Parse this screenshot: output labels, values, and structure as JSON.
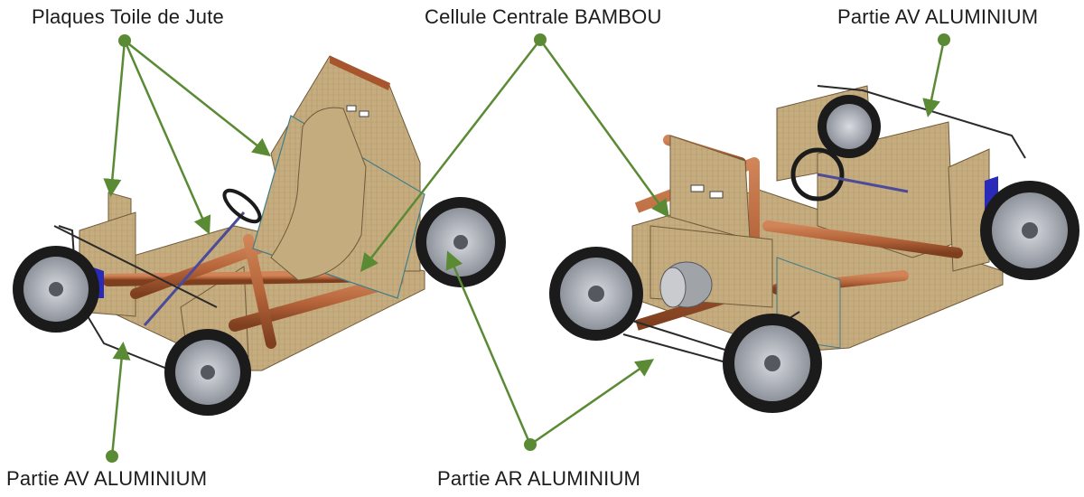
{
  "labels": {
    "jute": "Plaques Toile de Jute",
    "bambou": "Cellule Centrale BAMBOU",
    "av_top": "Partie AV ALUMINIUM",
    "av_bottom": "Partie AV ALUMINIUM",
    "ar": "Partie AR ALUMINIUM"
  },
  "colors": {
    "leader": "#5a8a34",
    "bamboo": "#b5643a",
    "jute": "#c9b183",
    "tire": "#1b1b1b",
    "rim": "#a7abb4",
    "frame_blue": "#2a2ab8"
  }
}
